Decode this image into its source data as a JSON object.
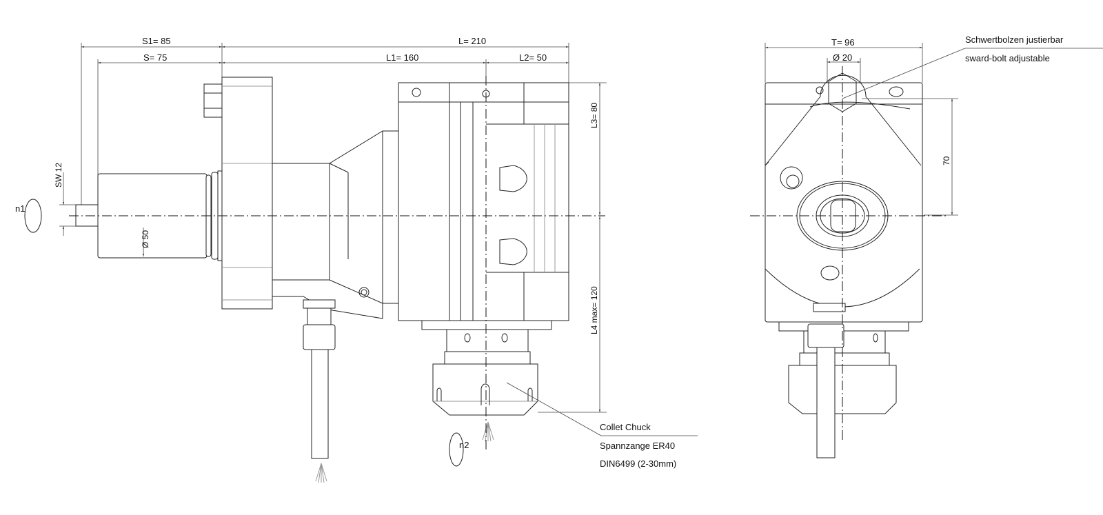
{
  "dimensions": {
    "s1": "S1=  85",
    "s": "S=  75",
    "l": "L=  210",
    "l1": "L1=  160",
    "l2": "L2=  50",
    "sw": "SW 12",
    "d50": "Ø  50",
    "l3": "L3=  80",
    "l4": "L4 max=      120",
    "t": "T=  96",
    "d20": "Ø  20",
    "h70": "70"
  },
  "rotation_labels": {
    "n1": "n1",
    "n2": "n2"
  },
  "callouts": {
    "bolt_de": "Schwertbolzen justierbar",
    "bolt_en": "sward-bolt adjustable",
    "chuck_en": "Collet Chuck",
    "chuck_de": "Spannzange ER40",
    "chuck_din": "DIN6499 (2-30mm)"
  }
}
